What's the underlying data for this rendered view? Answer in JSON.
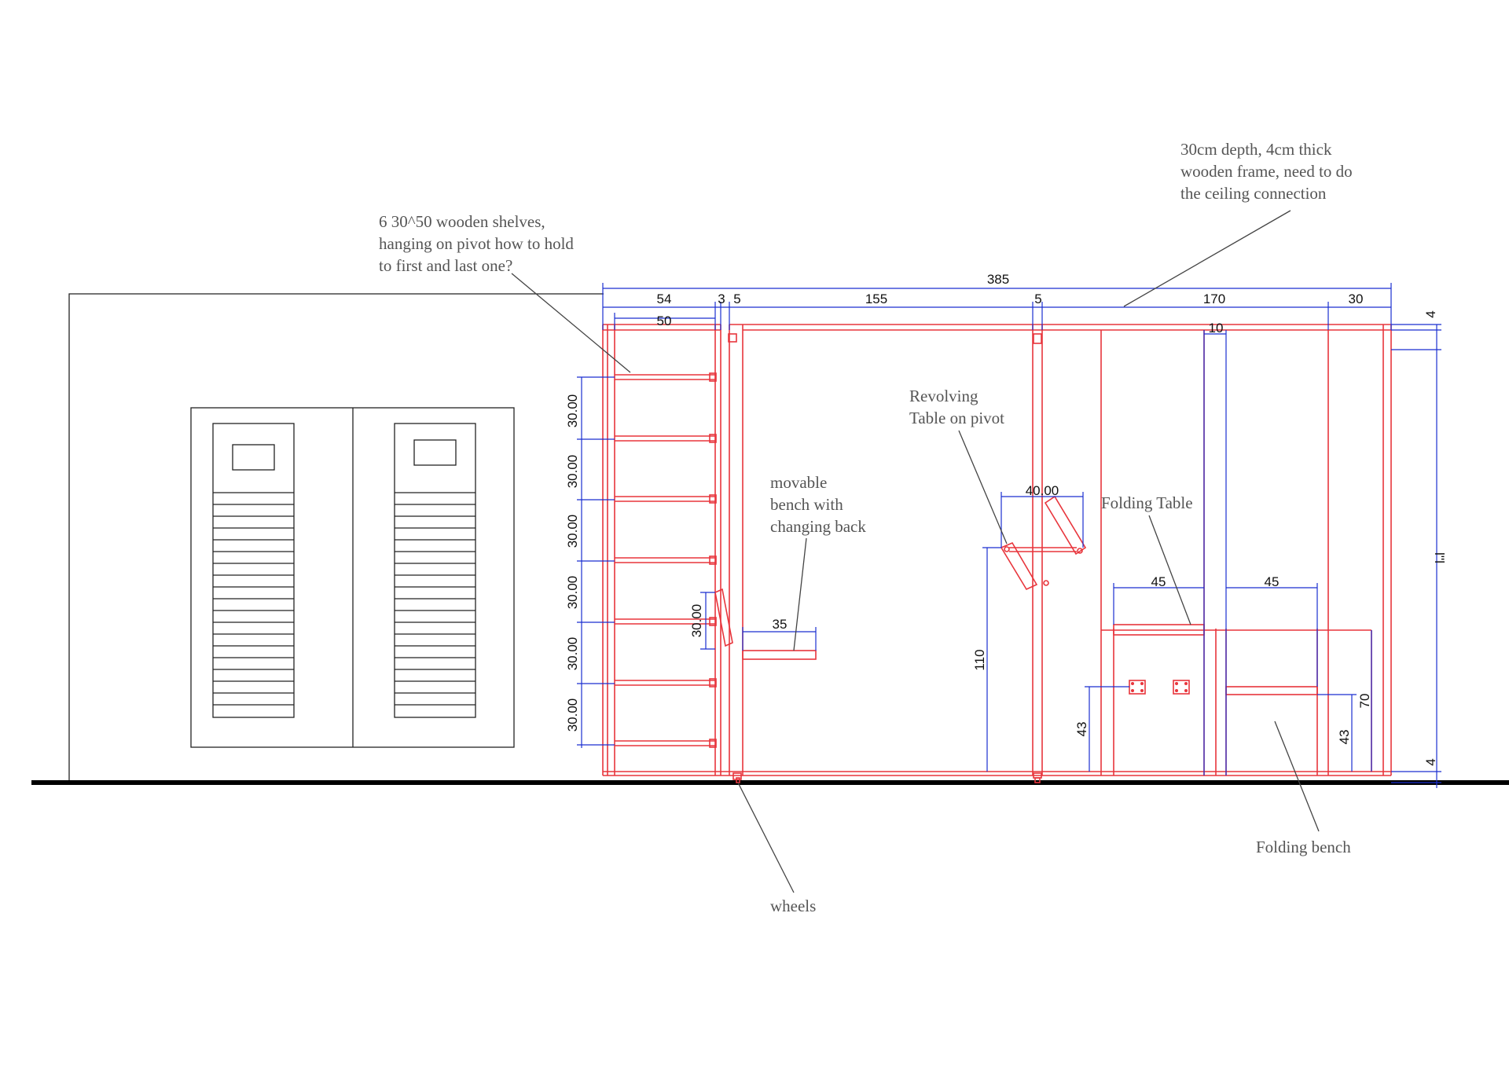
{
  "notes": {
    "shelves": [
      "6 30^50 wooden shelves,",
      "hanging on pivot how to hold",
      "to first and last one?"
    ],
    "frame": [
      "30cm depth, 4cm thick",
      "wooden frame,  need to do",
      "the ceiling connection"
    ],
    "bench": [
      "movable",
      "bench with",
      "changing back"
    ],
    "revolving": [
      "Revolving",
      "Table on pivot"
    ],
    "folding_table": "Folding Table",
    "folding_bench": "Folding bench",
    "wheels": "wheels"
  },
  "dimensions": {
    "overall": "385",
    "d54": "54",
    "d3": "3",
    "d5a": "5",
    "d155": "155",
    "d5b": "5",
    "d170": "170",
    "d30": "30",
    "d50": "50",
    "d10": "10",
    "d4top": "4",
    "d4bot": "4",
    "shelf_spacing": [
      "30.00",
      "30.00",
      "30.00",
      "30.00",
      "30.00",
      "30.00"
    ],
    "bench_back": "30.00",
    "bench_depth": "35",
    "rev_width": "40.00",
    "rev_height": "110",
    "ft_width": "45",
    "fb_width": "45",
    "ft_height": "43",
    "fb_height": "43",
    "table_height": "70",
    "total_height": "l''l"
  },
  "colors": {
    "frame": "#e8353c",
    "dimension": "#1a2fd0",
    "outline": "#222222",
    "note_text": "#555555"
  }
}
